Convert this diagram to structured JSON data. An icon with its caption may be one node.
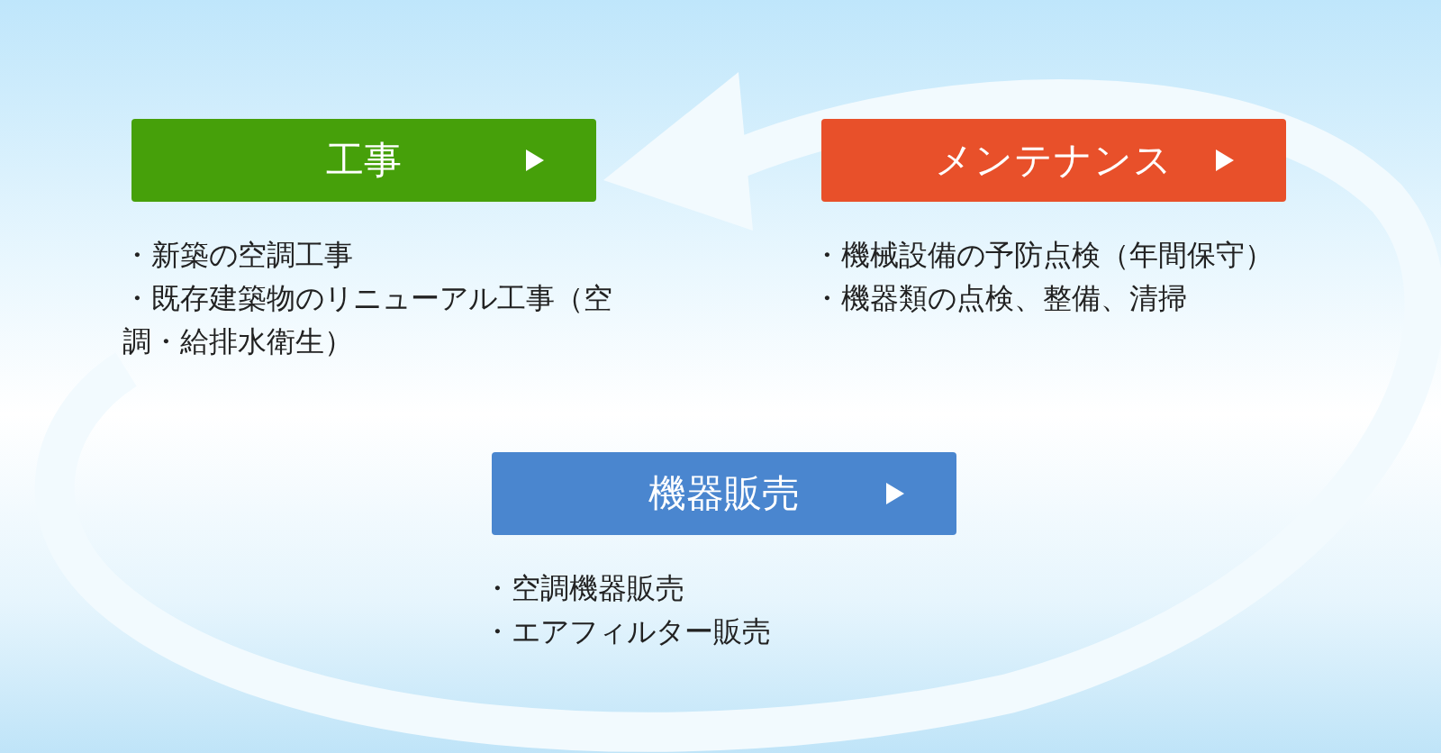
{
  "diagram": {
    "nodes": [
      {
        "text": [
          "工事"
        ],
        "beside": [
          "・新築の空調工事",
          "・既存建築物のリニューアル工事（空調・給排水衛生）"
        ]
      },
      {
        "text": [
          "メンテナンス"
        ],
        "beside": [
          "・機械設備の予防点検（年間保守）",
          "・機器類の点検、整備、清掃"
        ]
      },
      {
        "text": [
          "機器販売"
        ],
        "beside": [
          "・空調機器販売",
          "・エアフィルター販売"
        ]
      }
    ]
  }
}
